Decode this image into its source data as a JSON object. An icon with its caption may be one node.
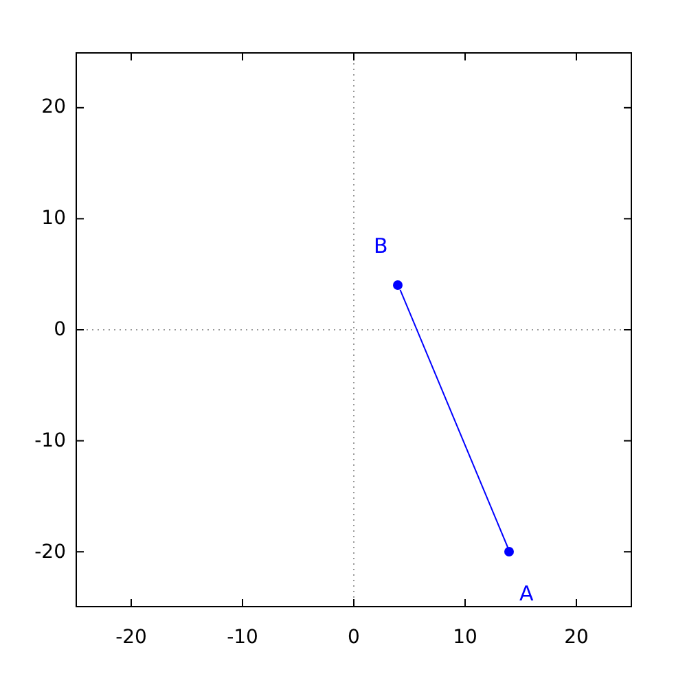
{
  "diagram": {
    "nodes": [
      {
        "text": [],
        "shape": "circle",
        "beside": [
          "B"
        ]
      },
      {
        "text": [],
        "shape": "circle",
        "beside": [
          "A"
        ]
      }
    ],
    "edges": [
      {
        "from": 1,
        "to": 0,
        "arrow": "none",
        "color": "#0000ff"
      }
    ],
    "labels": [
      "20",
      "10",
      "0",
      "-10",
      "-20",
      "-20",
      "-10",
      "0",
      "10",
      "20"
    ]
  }
}
